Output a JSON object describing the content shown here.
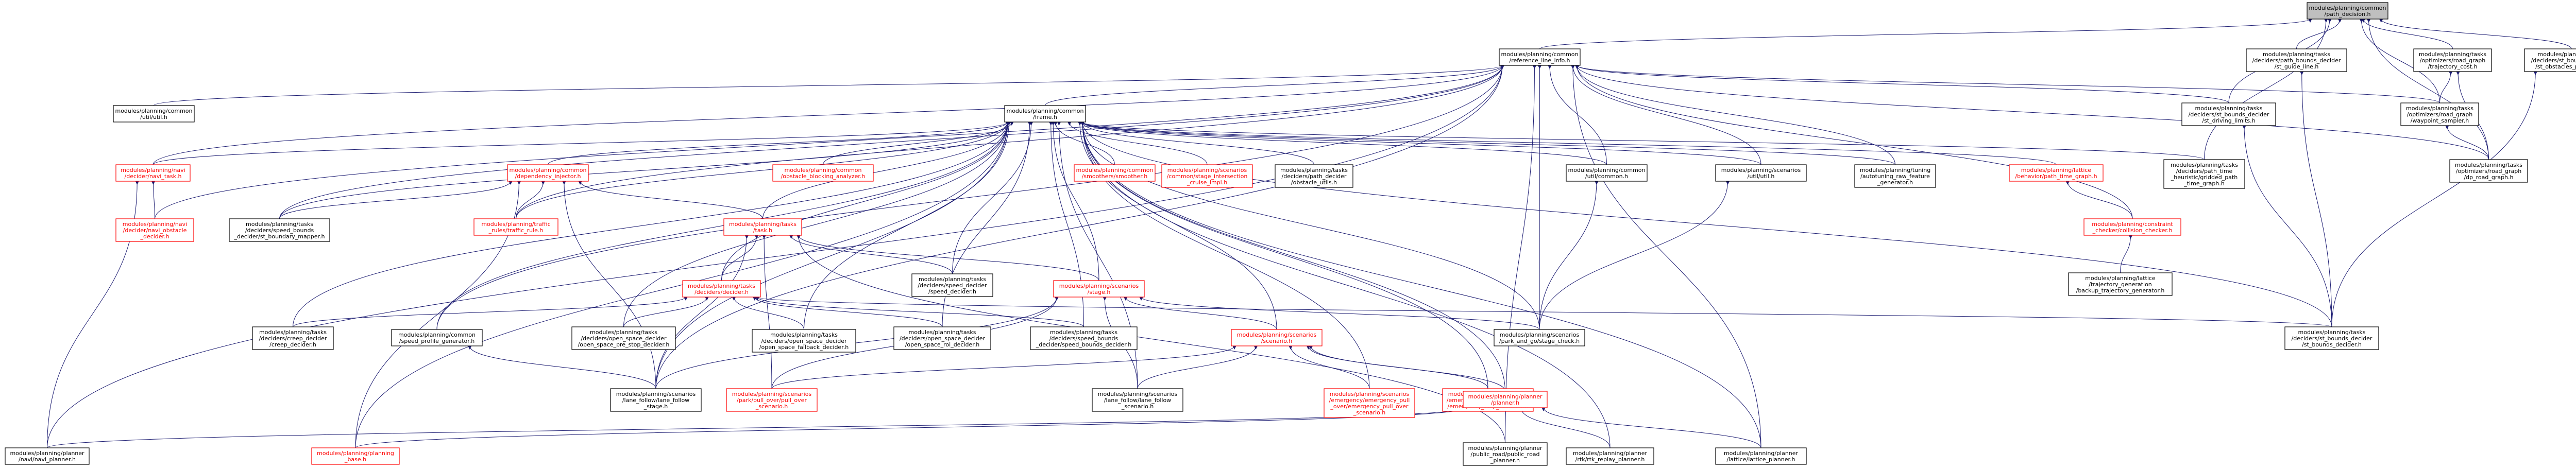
{
  "nodes": [
    {
      "id": "root",
      "label": [
        "modules/planning/common",
        "/path_decision.h"
      ],
      "style": "root"
    },
    {
      "id": "rli",
      "label": [
        "modules/planning/common",
        "/reference_line_info.h"
      ]
    },
    {
      "id": "path_bounds_st",
      "label": [
        "modules/planning/tasks",
        "/deciders/path_bounds_decider",
        "/st_guide_line.h"
      ]
    },
    {
      "id": "road_graph_cost",
      "label": [
        "modules/planning/tasks",
        "/optimizers/road_graph",
        "/trajectory_cost.h"
      ]
    },
    {
      "id": "st_obs_proc",
      "label": [
        "modules/planning/tasks",
        "/deciders/st_bounds_decider",
        "/st_obstacles_processor.h"
      ]
    },
    {
      "id": "util",
      "label": [
        "modules/planning/common",
        "/util/util.h"
      ]
    },
    {
      "id": "frame",
      "label": [
        "modules/planning/common",
        "/frame.h"
      ]
    },
    {
      "id": "st_driving",
      "label": [
        "modules/planning/tasks",
        "/deciders/st_bounds_decider",
        "/st_driving_limits.h"
      ]
    },
    {
      "id": "waypoint",
      "label": [
        "modules/planning/tasks",
        "/optimizers/road_graph",
        "/waypoint_sampler.h"
      ]
    },
    {
      "id": "nav_task",
      "label": [
        "modules/planning/navi",
        "/decider/navi_task.h"
      ],
      "style": "red"
    },
    {
      "id": "nav_obs",
      "label": [
        "modules/planning/navi",
        "/decider/navi_obstacle",
        "_decider.h"
      ],
      "style": "red"
    },
    {
      "id": "speed_bound",
      "label": [
        "modules/planning/tasks",
        "/deciders/speed_bounds",
        "_decider/st_boundary_mapper.h"
      ]
    },
    {
      "id": "dep_inj",
      "label": [
        "modules/planning/common",
        "/dependency_injector.h"
      ],
      "style": "red"
    },
    {
      "id": "traffic",
      "label": [
        "modules/planning/traffic",
        "_rules/traffic_rule.h"
      ],
      "style": "red"
    },
    {
      "id": "obs_block",
      "label": [
        "modules/planning/common",
        "/obstacle_blocking_analyzer.h"
      ],
      "style": "red"
    },
    {
      "id": "smoother",
      "label": [
        "modules/planning/common",
        "/smoothers/smoother.h"
      ],
      "style": "red"
    },
    {
      "id": "stage_inter",
      "label": [
        "modules/planning/scenarios",
        "/common/stage_intersection",
        "_cruise_impl.h"
      ],
      "style": "red"
    },
    {
      "id": "path_dec_obs",
      "label": [
        "modules/planning/tasks",
        "/deciders/path_decider",
        "/obstacle_utils.h"
      ]
    },
    {
      "id": "ego_info",
      "label": [
        "modules/planning/common",
        "/util/common.h"
      ]
    },
    {
      "id": "scen_util",
      "label": [
        "modules/planning/scenarios",
        "/util/util.h"
      ]
    },
    {
      "id": "tuning",
      "label": [
        "modules/planning/tuning",
        "/autotuning_raw_feature",
        "_generator.h"
      ]
    },
    {
      "id": "lattice_beh",
      "label": [
        "modules/planning/lattice",
        "/behavior/path_time_graph.h"
      ],
      "style": "red"
    },
    {
      "id": "path_time",
      "label": [
        "modules/planning/tasks",
        "/deciders/path_time",
        "_heuristic/gridded_path",
        "_time_graph.h"
      ]
    },
    {
      "id": "dp_road",
      "label": [
        "modules/planning/tasks",
        "/optimizers/road_graph",
        "/dp_road_graph.h"
      ]
    },
    {
      "id": "tasks_task",
      "label": [
        "modules/planning/tasks",
        "/task.h"
      ],
      "style": "red"
    },
    {
      "id": "constraint",
      "label": [
        "modules/planning/constraint",
        "_checker/collision_checker.h"
      ],
      "style": "red"
    },
    {
      "id": "decider",
      "label": [
        "modules/planning/tasks",
        "/deciders/decider.h"
      ],
      "style": "red"
    },
    {
      "id": "speed_decider",
      "label": [
        "modules/planning/tasks",
        "/deciders/speed_decider",
        "/speed_decider.h"
      ]
    },
    {
      "id": "stage",
      "label": [
        "modules/planning/scenarios",
        "/stage.h"
      ],
      "style": "red"
    },
    {
      "id": "backup_traj",
      "label": [
        "modules/planning/lattice",
        "/trajectory_generation",
        "/backup_trajectory_generator.h"
      ]
    },
    {
      "id": "creep",
      "label": [
        "modules/planning/tasks",
        "/deciders/creep_decider",
        "/creep_decider.h"
      ]
    },
    {
      "id": "speed_prof",
      "label": [
        "modules/planning/common",
        "/speed_profile_generator.h"
      ]
    },
    {
      "id": "os_stop",
      "label": [
        "modules/planning/tasks",
        "/deciders/open_space_decider",
        "/open_space_pre_stop_decider.h"
      ]
    },
    {
      "id": "os_fallback",
      "label": [
        "modules/planning/tasks",
        "/deciders/open_space_decider",
        "/open_space_fallback_decider.h"
      ]
    },
    {
      "id": "os_roi",
      "label": [
        "modules/planning/tasks",
        "/deciders/open_space_decider",
        "/open_space_roi_decider.h"
      ]
    },
    {
      "id": "speed_bounds_dec",
      "label": [
        "modules/planning/tasks",
        "/deciders/speed_bounds",
        "_decider/speed_bounds_decider.h"
      ]
    },
    {
      "id": "scenario",
      "label": [
        "modules/planning/scenarios",
        "/scenario.h"
      ],
      "style": "red"
    },
    {
      "id": "park_pull",
      "label": [
        "modules/planning/scenarios",
        "/park_and_go/stage_check.h"
      ]
    },
    {
      "id": "st_bounds_dec",
      "label": [
        "modules/planning/tasks",
        "/deciders/st_bounds_decider",
        "/st_bounds_decider.h"
      ]
    },
    {
      "id": "lane_stage",
      "label": [
        "modules/planning/scenarios",
        "/lane_follow/lane_follow",
        "_stage.h"
      ]
    },
    {
      "id": "pull_over",
      "label": [
        "modules/planning/scenarios",
        "/park/pull_over/pull_over",
        "_scenario.h"
      ],
      "style": "red"
    },
    {
      "id": "lane_scen",
      "label": [
        "modules/planning/scenarios",
        "/lane_follow/lane_follow",
        "_scenario.h"
      ]
    },
    {
      "id": "emerg_pull",
      "label": [
        "modules/planning/scenarios",
        "/emergency/emergency_pull",
        "_over/emergency_pull_over",
        "_scenario.h"
      ],
      "style": "red"
    },
    {
      "id": "emerg_stop",
      "label": [
        "modules/planning/scenarios",
        "/emergency/emergency_stop",
        "/emergency_stop_scenario.h"
      ],
      "style": "red"
    },
    {
      "id": "planner",
      "label": [
        "modules/planning/planner",
        "/planner.h"
      ],
      "style": "red"
    },
    {
      "id": "navi_planner",
      "label": [
        "modules/planning/planner",
        "/navi/navi_planner.h"
      ]
    },
    {
      "id": "planning_base",
      "label": [
        "modules/planning/planning",
        "_base.h"
      ],
      "style": "red"
    },
    {
      "id": "public_road",
      "label": [
        "modules/planning/planner",
        "/public_road/public_road",
        "_planner.h"
      ]
    },
    {
      "id": "rtk",
      "label": [
        "modules/planning/planner",
        "/rtk/rtk_replay_planner.h"
      ]
    },
    {
      "id": "lattice_planner",
      "label": [
        "modules/planning/planner",
        "/lattice/lattice_planner.h"
      ]
    }
  ],
  "edges": [
    [
      "root",
      "rli"
    ],
    [
      "root",
      "path_bounds_st"
    ],
    [
      "root",
      "road_graph_cost"
    ],
    [
      "root",
      "st_obs_proc"
    ],
    [
      "root",
      "dp_road"
    ],
    [
      "root",
      "waypoint"
    ],
    [
      "root",
      "st_driving"
    ],
    [
      "root",
      "path_time"
    ],
    [
      "rli",
      "util"
    ],
    [
      "rli",
      "frame"
    ],
    [
      "rli",
      "st_driving"
    ],
    [
      "rli",
      "waypoint"
    ],
    [
      "rli",
      "nav_task"
    ],
    [
      "rli",
      "nav_obs"
    ],
    [
      "rli",
      "speed_bound"
    ],
    [
      "rli",
      "traffic"
    ],
    [
      "rli",
      "ego_info"
    ],
    [
      "rli",
      "scen_util"
    ],
    [
      "rli",
      "tuning"
    ],
    [
      "rli",
      "dp_road"
    ],
    [
      "rli",
      "constraint"
    ],
    [
      "rli",
      "lattice_planner"
    ],
    [
      "rli",
      "public_road"
    ],
    [
      "rli",
      "navi_planner"
    ],
    [
      "rli",
      "speed_prof"
    ],
    [
      "rli",
      "park_pull"
    ],
    [
      "rli",
      "lane_stage"
    ],
    [
      "path_bounds_st",
      "st_bounds_dec"
    ],
    [
      "road_graph_cost",
      "waypoint"
    ],
    [
      "road_graph_cost",
      "dp_road"
    ],
    [
      "waypoint",
      "dp_road"
    ],
    [
      "st_obs_proc",
      "st_bounds_dec"
    ],
    [
      "st_driving",
      "st_bounds_dec"
    ],
    [
      "frame",
      "nav_task"
    ],
    [
      "frame",
      "dep_inj"
    ],
    [
      "frame",
      "obs_block"
    ],
    [
      "frame",
      "smoother"
    ],
    [
      "frame",
      "stage_inter"
    ],
    [
      "frame",
      "path_dec_obs"
    ],
    [
      "frame",
      "ego_info"
    ],
    [
      "frame",
      "scen_util"
    ],
    [
      "frame",
      "tuning"
    ],
    [
      "frame",
      "lattice_beh"
    ],
    [
      "frame",
      "path_time"
    ],
    [
      "frame",
      "tasks_task"
    ],
    [
      "frame",
      "decider"
    ],
    [
      "frame",
      "speed_decider"
    ],
    [
      "frame",
      "stage"
    ],
    [
      "frame",
      "scenario"
    ],
    [
      "frame",
      "planner"
    ],
    [
      "frame",
      "traffic"
    ],
    [
      "frame",
      "speed_bound"
    ],
    [
      "frame",
      "creep"
    ],
    [
      "frame",
      "speed_prof"
    ],
    [
      "frame",
      "os_stop"
    ],
    [
      "frame",
      "os_fallback"
    ],
    [
      "frame",
      "os_roi"
    ],
    [
      "frame",
      "speed_bounds_dec"
    ],
    [
      "frame",
      "park_pull"
    ],
    [
      "frame",
      "st_bounds_dec"
    ],
    [
      "frame",
      "lane_stage"
    ],
    [
      "frame",
      "lane_scen"
    ],
    [
      "frame",
      "emerg_pull"
    ],
    [
      "frame",
      "emerg_stop"
    ],
    [
      "frame",
      "planning_base"
    ],
    [
      "frame",
      "rtk"
    ],
    [
      "frame",
      "lattice_planner"
    ],
    [
      "nav_task",
      "nav_obs"
    ],
    [
      "nav_task",
      "navi_planner"
    ],
    [
      "dep_inj",
      "speed_bound"
    ],
    [
      "dep_inj",
      "traffic"
    ],
    [
      "dep_inj",
      "tasks_task"
    ],
    [
      "dep_inj",
      "planning_base"
    ],
    [
      "dep_inj",
      "lane_stage"
    ],
    [
      "lattice_beh",
      "constraint"
    ],
    [
      "constraint",
      "backup_traj"
    ],
    [
      "tasks_task",
      "decider"
    ],
    [
      "tasks_task",
      "speed_decider"
    ],
    [
      "tasks_task",
      "stage"
    ],
    [
      "tasks_task",
      "lane_stage"
    ],
    [
      "tasks_task",
      "pull_over"
    ],
    [
      "tasks_task",
      "public_road"
    ],
    [
      "decider",
      "creep"
    ],
    [
      "decider",
      "os_stop"
    ],
    [
      "decider",
      "os_fallback"
    ],
    [
      "decider",
      "os_roi"
    ],
    [
      "decider",
      "speed_bounds_dec"
    ],
    [
      "decider",
      "st_bounds_dec"
    ],
    [
      "stage",
      "scenario"
    ],
    [
      "stage",
      "park_pull"
    ],
    [
      "stage",
      "lane_stage"
    ],
    [
      "stage",
      "lane_scen"
    ],
    [
      "stage",
      "pull_over"
    ],
    [
      "scenario",
      "lane_scen"
    ],
    [
      "scenario",
      "emerg_pull"
    ],
    [
      "scenario",
      "emerg_stop"
    ],
    [
      "scenario",
      "planner"
    ],
    [
      "scenario",
      "pull_over"
    ],
    [
      "ego_info",
      "park_pull"
    ],
    [
      "scen_util",
      "park_pull"
    ],
    [
      "planner",
      "navi_planner"
    ],
    [
      "planner",
      "planning_base"
    ],
    [
      "planner",
      "public_road"
    ],
    [
      "planner",
      "rtk"
    ],
    [
      "planner",
      "lattice_planner"
    ],
    [
      "speed_prof",
      "lane_stage"
    ]
  ]
}
